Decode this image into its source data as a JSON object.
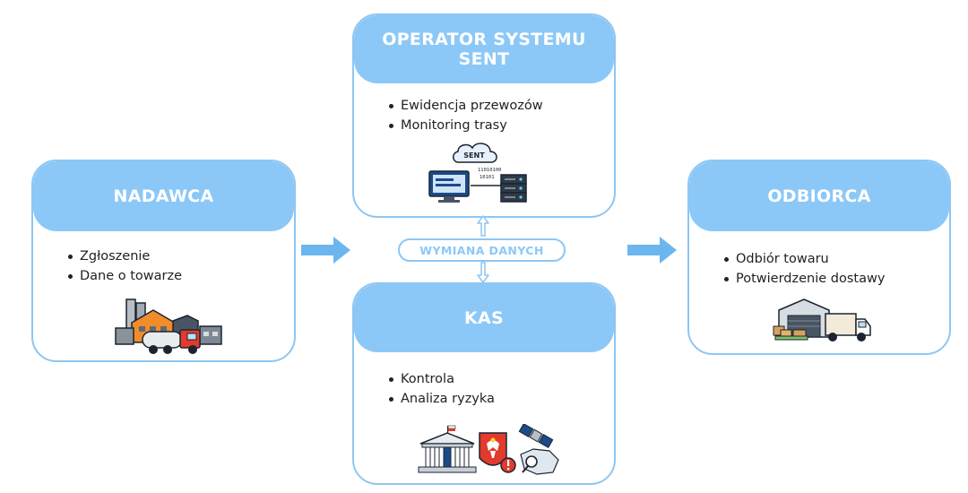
{
  "nadawca": {
    "title": "NADAWCA",
    "items": [
      "Zgłoszenie",
      "Dane o towarze"
    ],
    "icon": "factory-with-tanker-truck"
  },
  "operator": {
    "title_line1": "OPERATOR SYSTEMU",
    "title_line2": "SENT",
    "items": [
      "Ewidencja przewozów",
      "Monitoring trasy"
    ],
    "icon": "cloud-server-computer",
    "cloud_label": "SENT",
    "binary_line1": "11010100",
    "binary_line2": "10101"
  },
  "kas": {
    "title": "KAS",
    "items": [
      "Kontrola",
      "Analiza ryzyka"
    ],
    "icon": "government-eagle-satellite"
  },
  "odbiorca": {
    "title": "ODBIORCA",
    "items": [
      "Odbiór towaru",
      "Potwierdzenie dostawy"
    ],
    "icon": "warehouse-delivery-truck"
  },
  "exchange": {
    "label": "WYMIANA DANYCH"
  },
  "colors": {
    "accent": "#8cc8f7",
    "border": "#8ec6f2",
    "arrow": "#6cb6f0"
  }
}
